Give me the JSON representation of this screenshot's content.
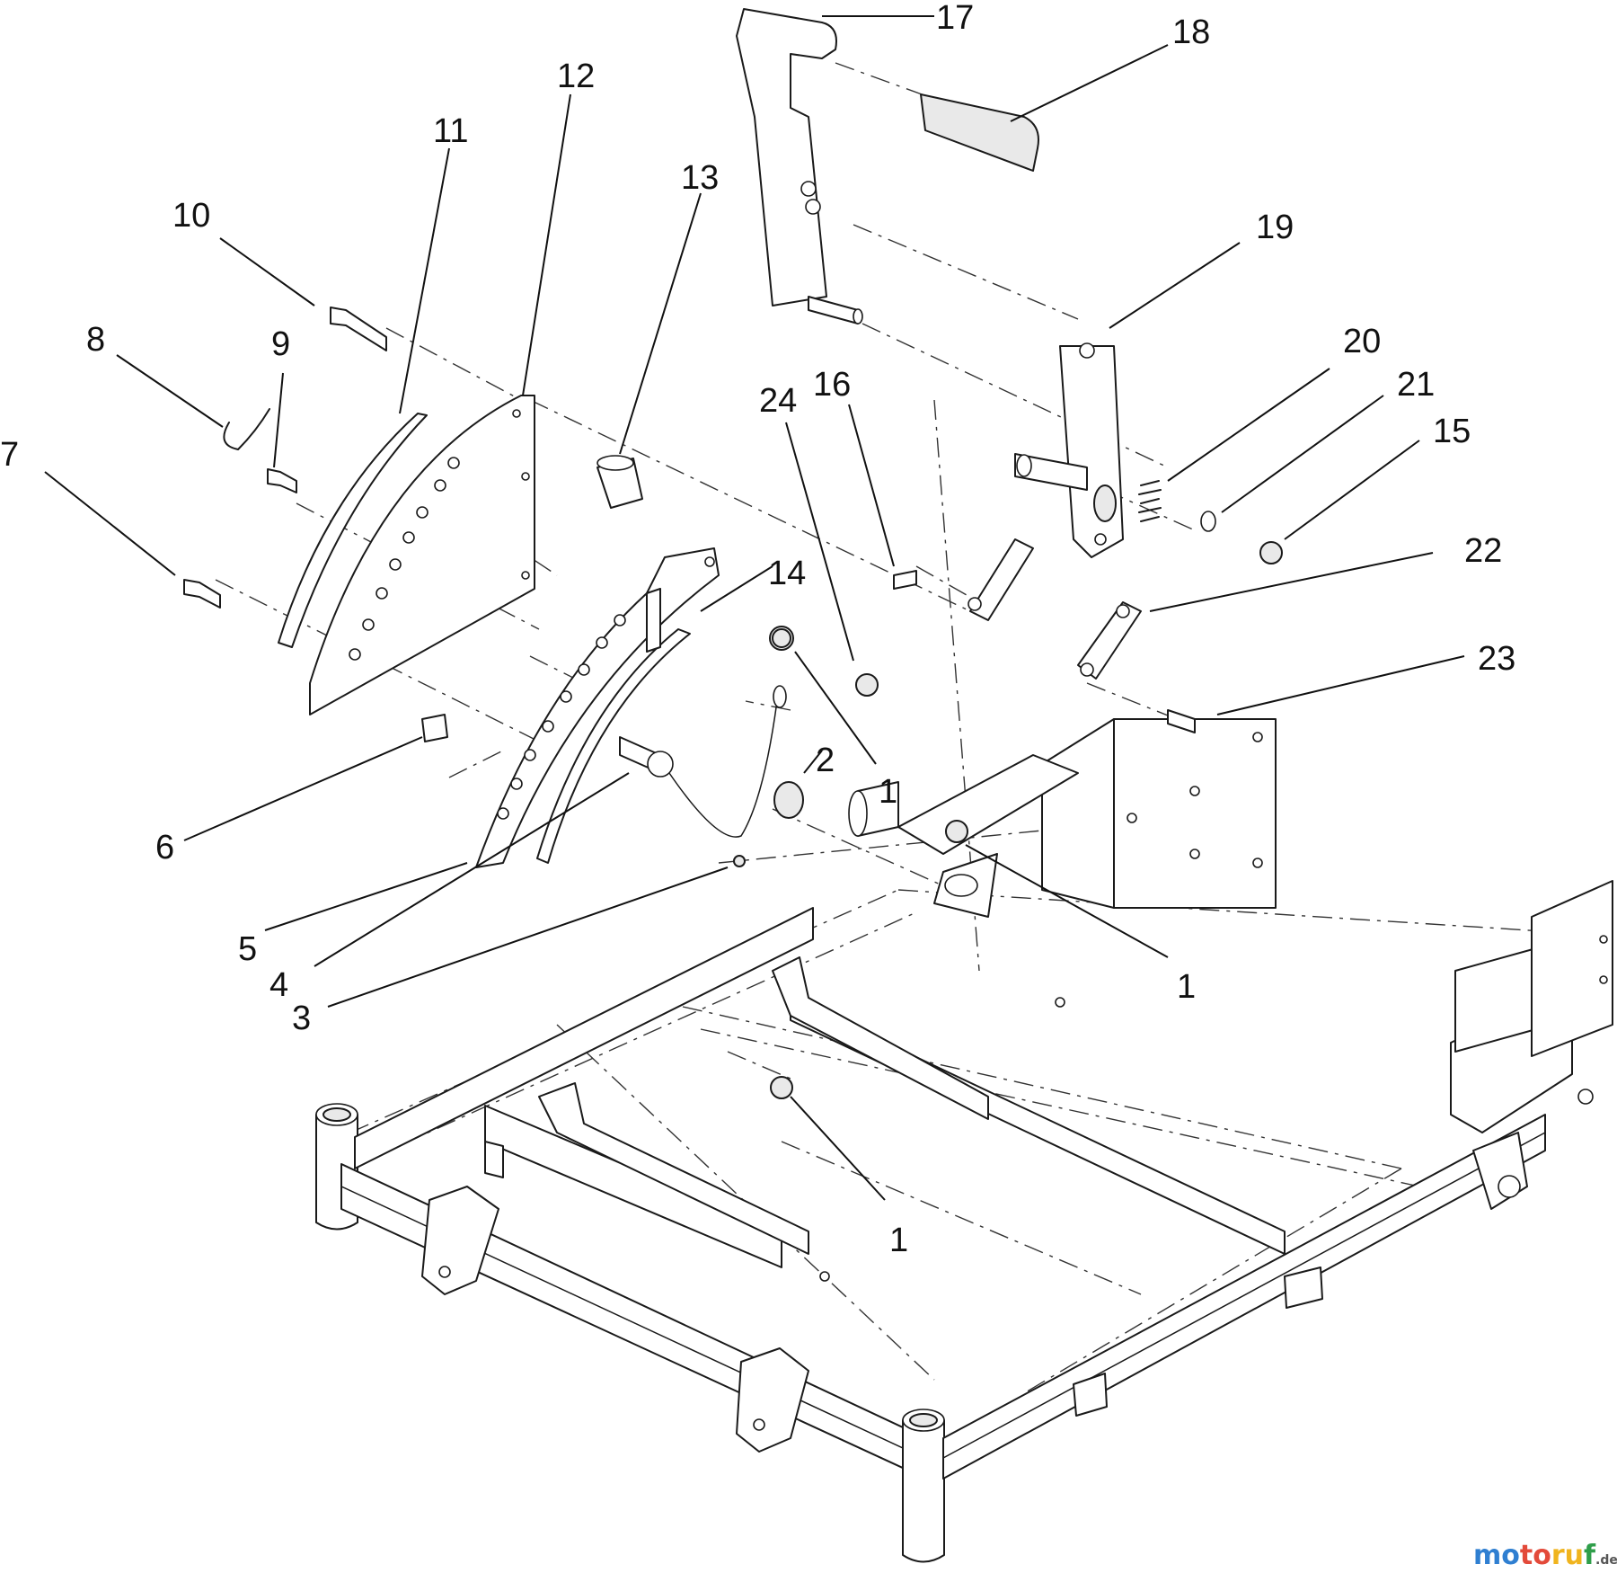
{
  "callouts": [
    {
      "id": "c17",
      "text": "17"
    },
    {
      "id": "c18",
      "text": "18"
    },
    {
      "id": "c12",
      "text": "12"
    },
    {
      "id": "c11",
      "text": "11"
    },
    {
      "id": "c13",
      "text": "13"
    },
    {
      "id": "c10",
      "text": "10"
    },
    {
      "id": "c19",
      "text": "19"
    },
    {
      "id": "c8",
      "text": "8"
    },
    {
      "id": "c9",
      "text": "9"
    },
    {
      "id": "c20",
      "text": "20"
    },
    {
      "id": "c24",
      "text": "24"
    },
    {
      "id": "c16",
      "text": "16"
    },
    {
      "id": "c21",
      "text": "21"
    },
    {
      "id": "c15",
      "text": "15"
    },
    {
      "id": "c7",
      "text": "7"
    },
    {
      "id": "c22",
      "text": "22"
    },
    {
      "id": "c14",
      "text": "14"
    },
    {
      "id": "c23",
      "text": "23"
    },
    {
      "id": "c2",
      "text": "2"
    },
    {
      "id": "c1a",
      "text": "1"
    },
    {
      "id": "c6",
      "text": "6"
    },
    {
      "id": "c1b",
      "text": "1"
    },
    {
      "id": "c5",
      "text": "5"
    },
    {
      "id": "c4",
      "text": "4"
    },
    {
      "id": "c3",
      "text": "3"
    },
    {
      "id": "c1c",
      "text": "1"
    }
  ],
  "watermark": {
    "text_main": "motoruf",
    "text_suffix": ".de",
    "colors": [
      "#2f7fd1",
      "#e34a3a",
      "#f0b41e",
      "#2f9e4a"
    ]
  }
}
